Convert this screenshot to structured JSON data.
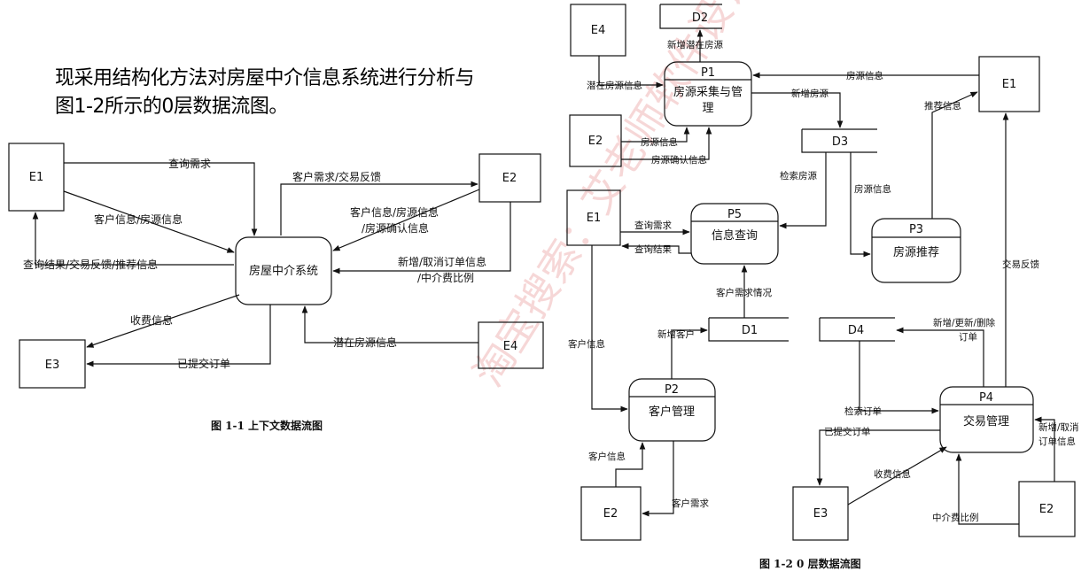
{
  "intro": {
    "line1": "现采用结构化方法对房屋中介信息系统进行分析与",
    "line2": "图1-2所示的0层数据流图。"
  },
  "watermark": "淘宝搜索：艾老师软件设计",
  "context_diagram": {
    "caption": "图 1-1  上下文数据流图",
    "system": "房屋中介系统",
    "entities": {
      "e1": "E1",
      "e2": "E2",
      "e3": "E3",
      "e4": "E4"
    },
    "flows": {
      "query_need": "查询需求",
      "client_house_info": "客户信息/房源信息",
      "query_result": "查询结果/交易反馈/推荐信息",
      "client_need_feedback": "客户需求/交易反馈",
      "e2_info_1": "客户信息/房源信息",
      "e2_info_2": "/房源确认信息",
      "order_info_1": "新增/取消订单信息",
      "order_info_2": "/中介费比例",
      "fee_info": "收费信息",
      "submitted_order": "已提交订单",
      "potential_house": "潜在房源信息"
    }
  },
  "level0_diagram": {
    "caption": "图 1-2 0 层数据流图",
    "entities": {
      "e1a": "E1",
      "e1b": "E1",
      "e2a": "E2",
      "e2b": "E2",
      "e2c": "E2",
      "e3": "E3",
      "e4": "E4"
    },
    "stores": {
      "d1": "D1",
      "d2": "D2",
      "d3": "D3",
      "d4": "D4"
    },
    "processes": {
      "p1": {
        "id": "P1",
        "name1": "房源采集与管",
        "name2": "理"
      },
      "p2": {
        "id": "P2",
        "name": "客户管理"
      },
      "p3": {
        "id": "P3",
        "name": "房源推荐"
      },
      "p4": {
        "id": "P4",
        "name": "交易管理"
      },
      "p5": {
        "id": "P5",
        "name": "信息查询"
      }
    },
    "flows": {
      "potential_house_info": "潜在房源信息",
      "new_potential_house": "新增潜在房源",
      "house_info_e1": "房源信息",
      "new_house": "新增房源",
      "house_info_e2": "房源信息",
      "house_confirm_info": "房源确认信息",
      "recommend_info": "推荐信息",
      "retrieve_house": "检索房源",
      "house_info_d3p3": "房源信息",
      "query_need": "查询需求",
      "query_result": "查询结果",
      "client_need_status": "客户需求情况",
      "new_client": "新增客户",
      "client_info_e1": "客户信息",
      "client_info_e2": "客户信息",
      "client_need": "客户需求",
      "trade_feedback": "交易反馈",
      "new_update_delete_1": "新增/更新/删除",
      "new_update_delete_2": "订单",
      "retrieve_order": "检索订单",
      "submitted_order": "已提交订单",
      "fee_info": "收费信息",
      "new_cancel_1": "新增/取消",
      "new_cancel_2": "订单信息",
      "agency_fee_ratio": "中介费比例"
    }
  }
}
